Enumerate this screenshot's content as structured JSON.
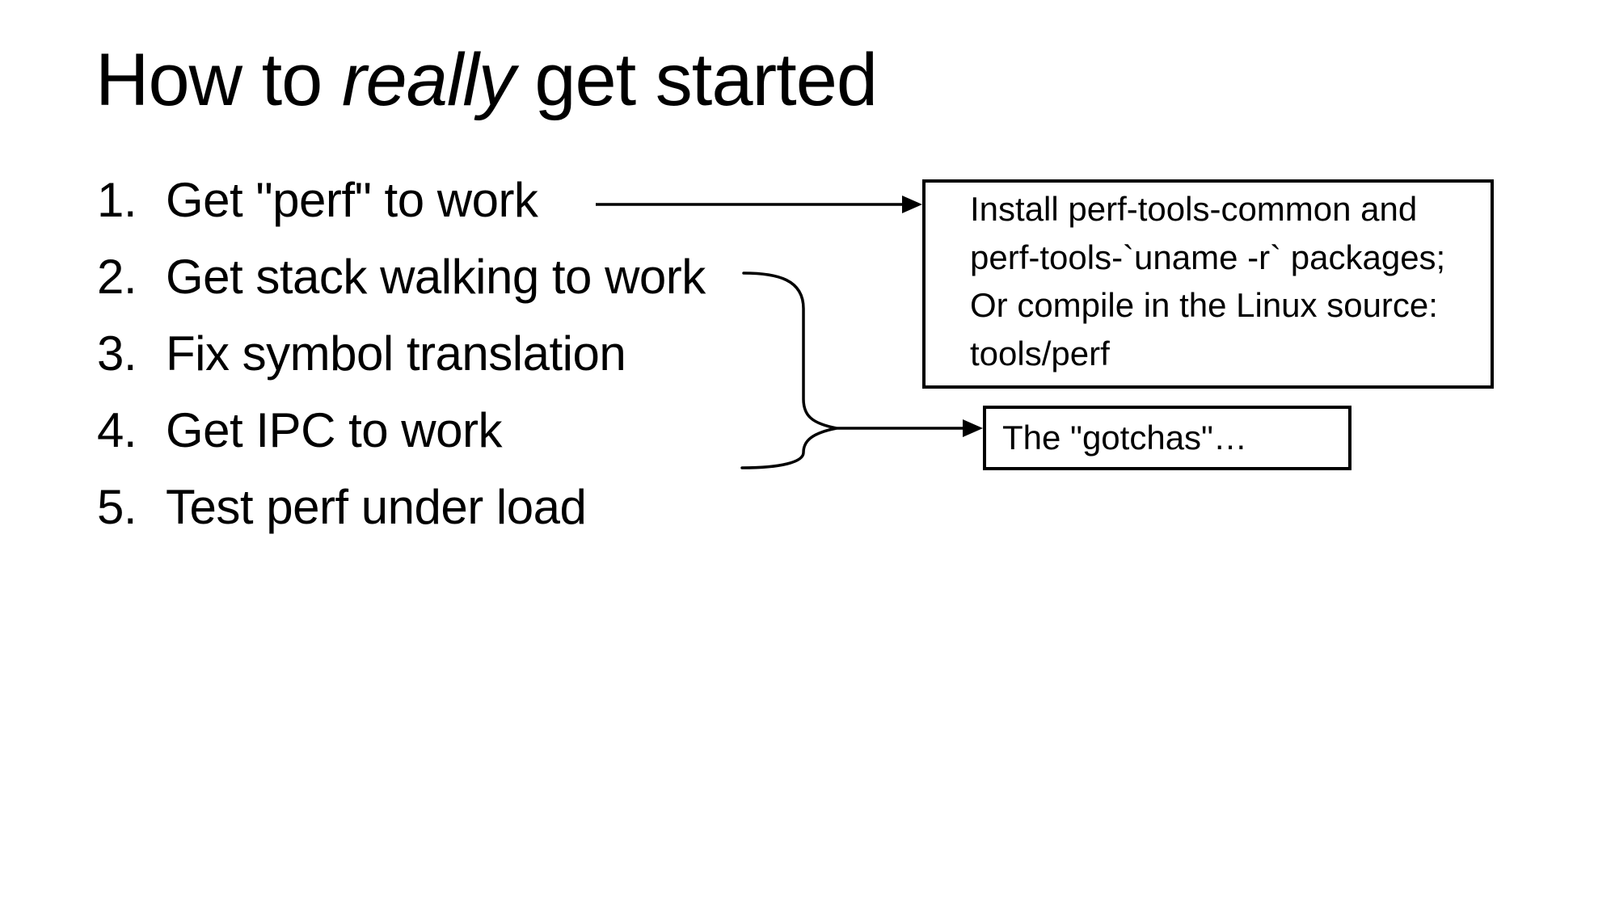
{
  "page": {
    "background_color": "#ffffff",
    "text_color": "#000000",
    "line_color": "#000000"
  },
  "title": {
    "prefix": "How to ",
    "italic": "really",
    "suffix": " get started"
  },
  "list": {
    "items": [
      {
        "num": "1.",
        "text": "Get \"perf\" to work"
      },
      {
        "num": "2.",
        "text": "Get stack walking to work"
      },
      {
        "num": "3.",
        "text": "Fix symbol translation"
      },
      {
        "num": "4.",
        "text": "Get IPC to work"
      },
      {
        "num": "5.",
        "text": "Test perf under load"
      }
    ]
  },
  "install_box": {
    "lines": [
      "Install perf-tools-common and",
      "perf-tools-`uname -r` packages;",
      "Or compile in the Linux source:",
      "tools/perf"
    ]
  },
  "gotchas_box": {
    "text": "The \"gotchas\"…"
  }
}
